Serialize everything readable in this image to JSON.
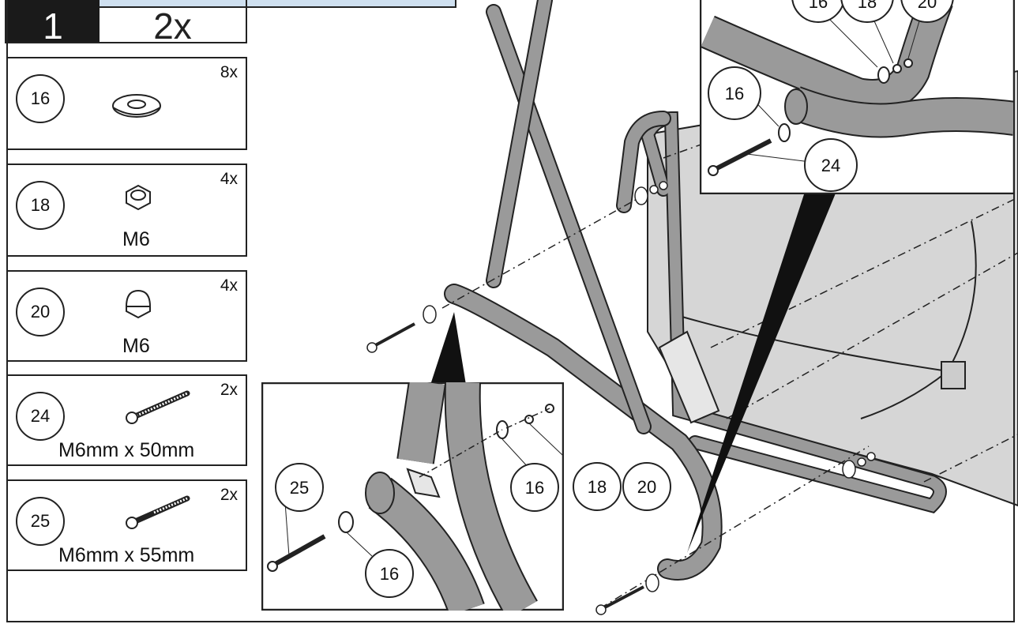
{
  "step": {
    "number": "1",
    "quantity": "2x"
  },
  "parts": [
    {
      "id": "16",
      "qty": "8x",
      "spec": "",
      "icon": "washer-icon"
    },
    {
      "id": "18",
      "qty": "4x",
      "spec": "M6",
      "icon": "hex-nut-icon"
    },
    {
      "id": "20",
      "qty": "4x",
      "spec": "M6",
      "icon": "cap-nut-icon"
    },
    {
      "id": "24",
      "qty": "2x",
      "spec": "M6mm x 50mm",
      "icon": "bolt-icon"
    },
    {
      "id": "25",
      "qty": "2x",
      "spec": "M6mm x 55mm",
      "icon": "bolt-icon"
    }
  ],
  "detail_top": {
    "callouts": [
      "16",
      "18",
      "20",
      "16",
      "24"
    ]
  },
  "detail_bottom": {
    "callouts": [
      "25",
      "16",
      "18",
      "20",
      "16"
    ]
  },
  "colors": {
    "line": "#222222",
    "tube": "#9a9a9a",
    "fabric": "#d4d4d4",
    "step_bg": "#1a1a1a"
  }
}
